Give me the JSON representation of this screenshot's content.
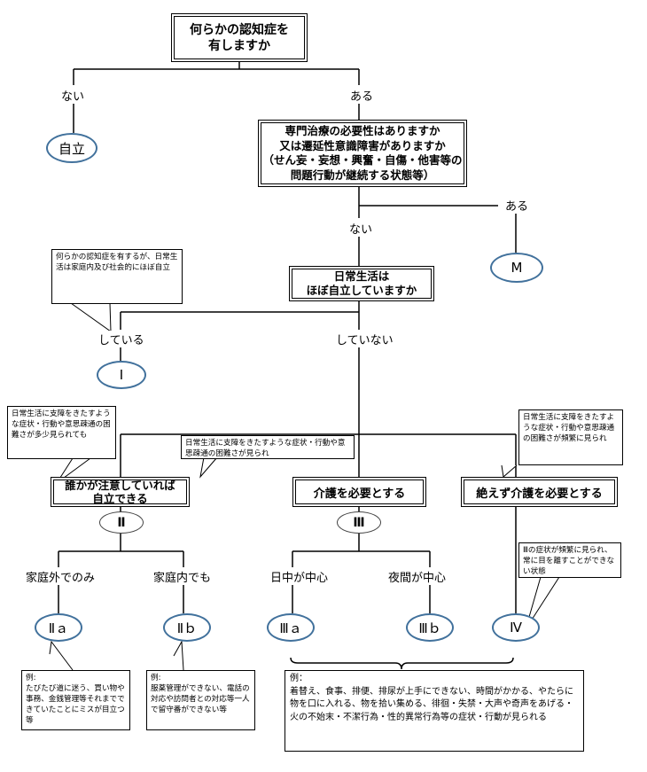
{
  "title_box": "何らかの認知症を\n有しますか",
  "branch_no": "ない",
  "branch_yes": "ある",
  "result_jiritsu": "自立",
  "q_treatment": "専門治療の必要性はありますか\n又は遷延性意識障害がありますか\n（せん妄・妄想・興奮・自傷・他害等の\n問題行動が継続する状態等）",
  "branch_yes2": "ある",
  "branch_no2": "ない",
  "result_m": "M",
  "q_daily": "日常生活は\nほぼ自立していますか",
  "note_1": "何らかの認知症を有するが、日常生活は家庭内及び社会的にほぼ自立",
  "branch_doing": "している",
  "branch_not_doing": "していない",
  "result_1": "Ⅰ",
  "note_2": "日常生活に支障をきたすような症状・行動や意思疎通の困難さが多少見られても",
  "note_3": "日常生活に支障をきたすような症状・行動や意思疎通の困難さが見られ",
  "note_4": "日常生活に支障をきたすような症状・行動や意思疎通の困難さが頻繁に見られ",
  "box_ii": "誰かが注意していれば\n自立できる",
  "box_iii": "介護を必要とする",
  "box_iv": "絶えず介護を必要とする",
  "level_ii": "Ⅱ",
  "level_iii": "Ⅲ",
  "branch_outside": "家庭外でのみ",
  "branch_inside": "家庭内でも",
  "branch_day": "日中が中心",
  "branch_night": "夜間が中心",
  "note_5": "Ⅲの症状が頻繁に見られ、常に目を離すことができない状態",
  "result_iia": "Ⅱａ",
  "result_iib": "Ⅱｂ",
  "result_iiia": "Ⅲａ",
  "result_iiib": "Ⅲｂ",
  "result_iv": "Ⅳ",
  "example_label": "例:",
  "example_label_big": "例：",
  "example_iia": "たびたび道に迷う、買い物や事務、金銭管理等それまでできていたことにミスが目立つ等",
  "example_iib": "服薬管理ができない、電話の対応や訪問者との対応等一人で留守番ができない等",
  "example_iii": "着替え、食事、排便、排尿が上手にできない、時間がかかる、やたらに物を口に入れる、物を拾い集める、徘徊・失禁・大声や奇声をあげる・火の不始末・不潔行為・性的異常行為等の症状・行動が見られる",
  "colors": {
    "ellipse_border": "#41719c",
    "line": "#000000"
  }
}
